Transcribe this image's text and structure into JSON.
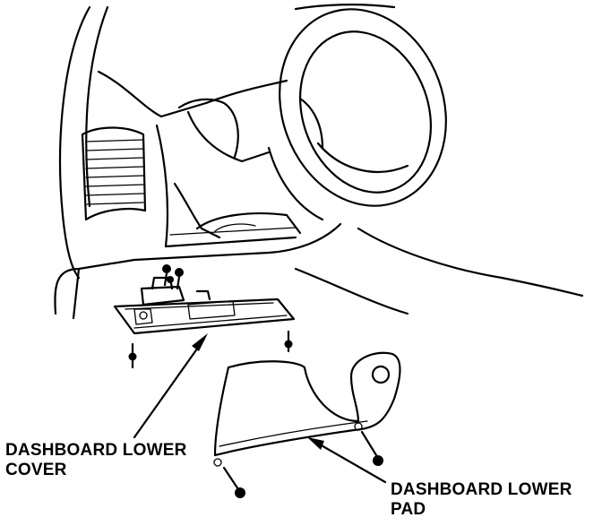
{
  "labels": {
    "cover_line1": "DASHBOARD LOWER",
    "cover_line2": "COVER",
    "pad_line1": "DASHBOARD LOWER",
    "pad_line2": "PAD"
  }
}
